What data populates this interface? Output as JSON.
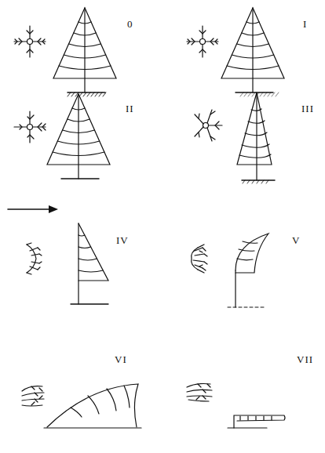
{
  "diagram": {
    "labels": [
      "0",
      "I",
      "II",
      "III",
      "IV",
      "V",
      "VI",
      "VII"
    ]
  }
}
